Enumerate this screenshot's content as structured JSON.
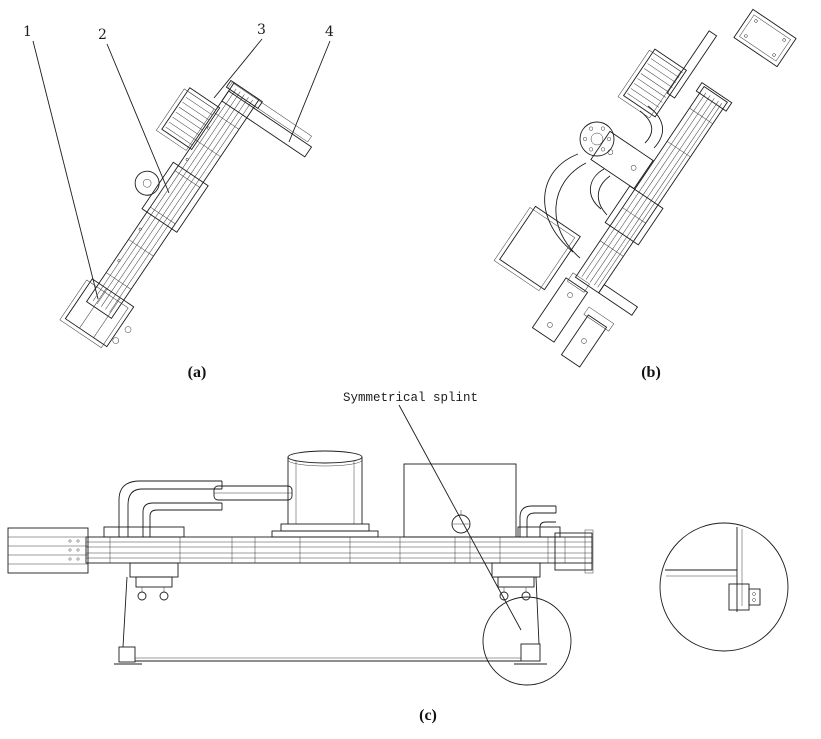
{
  "figure": {
    "background_color": "#ffffff",
    "line_color": "#1c1c1c",
    "panels": {
      "a": {
        "caption": "(a)",
        "part_labels": [
          "1",
          "2",
          "3",
          "4"
        ]
      },
      "b": {
        "caption": "(b)"
      },
      "c": {
        "caption": "(c)",
        "annotation": "Symmetrical splint"
      }
    }
  }
}
